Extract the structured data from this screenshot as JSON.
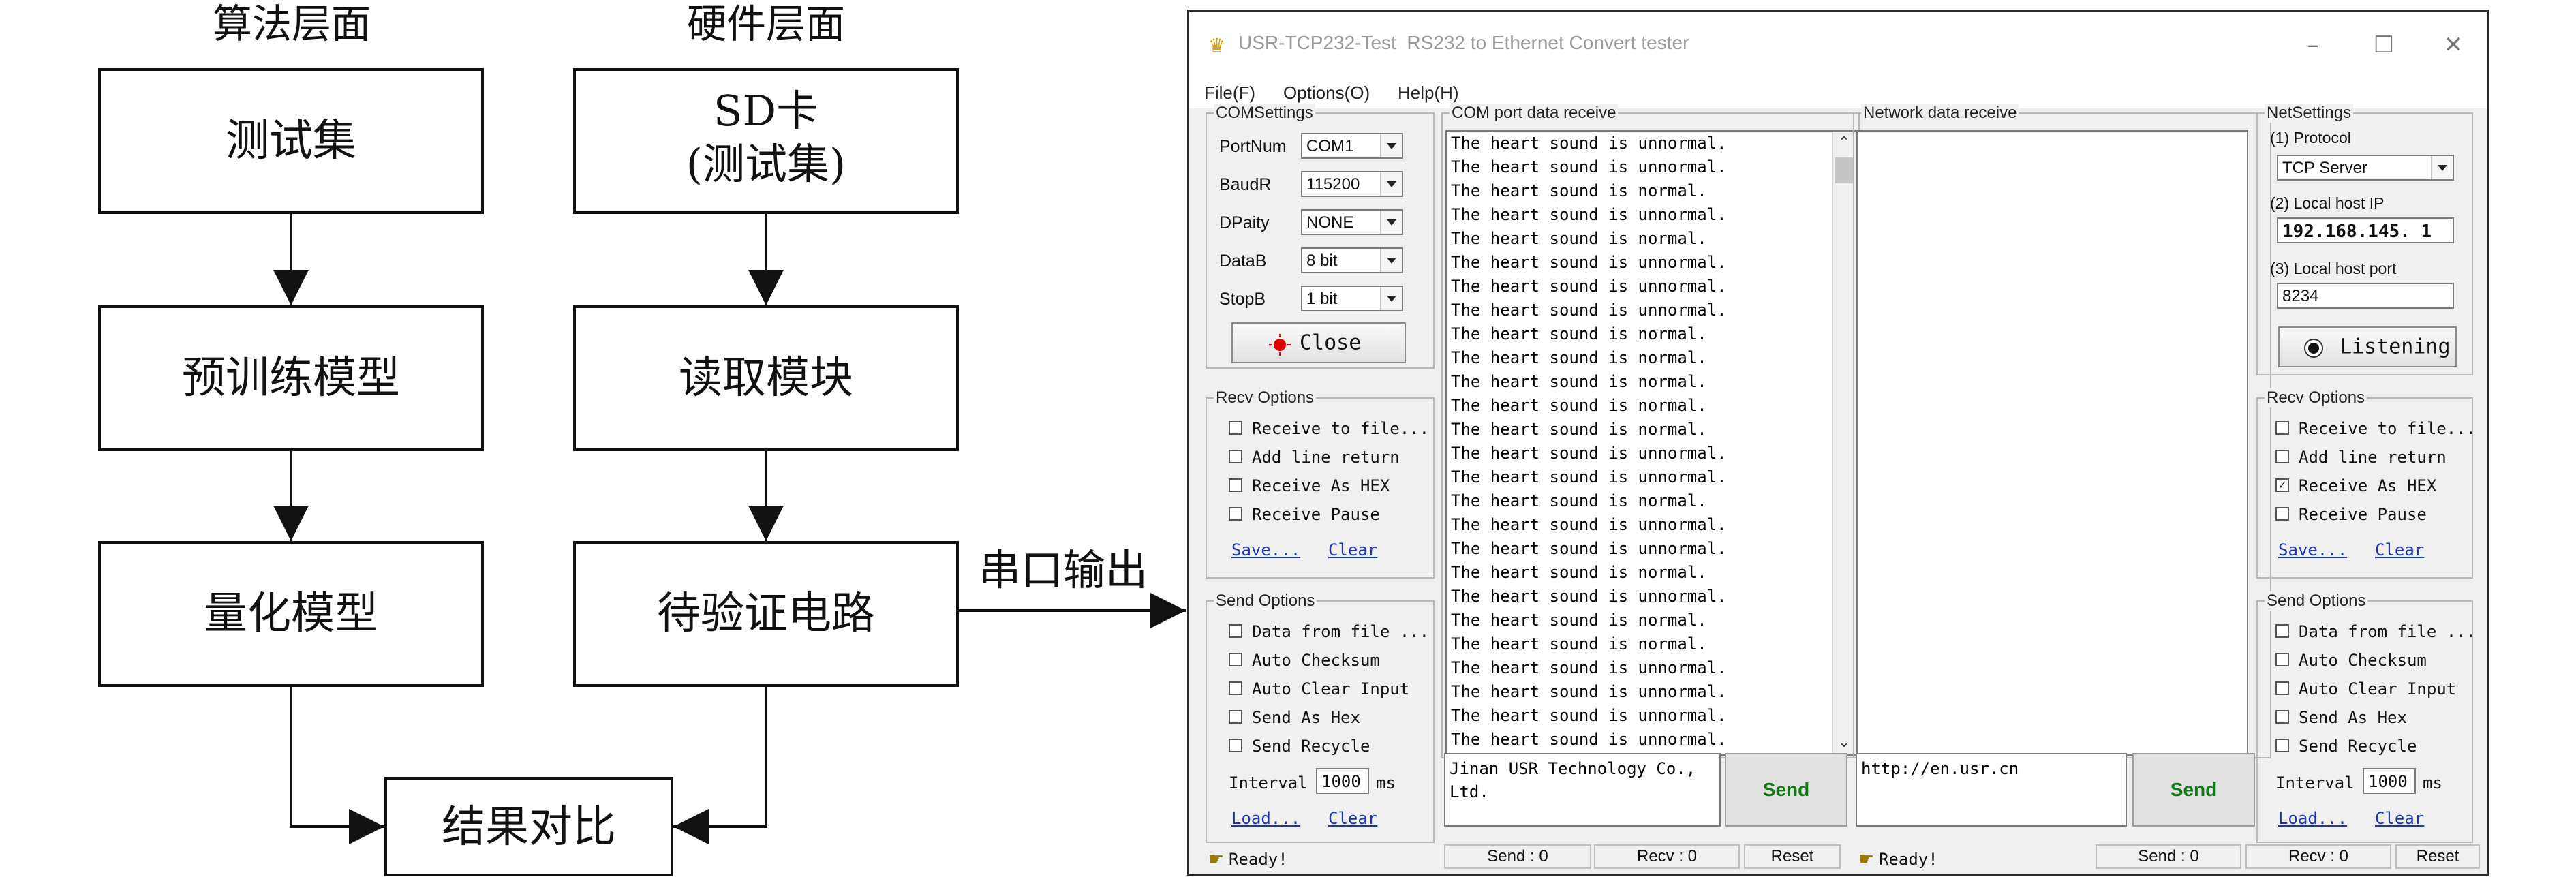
{
  "diagram": {
    "headers": {
      "algorithm": "算法层面",
      "hardware": "硬件层面"
    },
    "nodes": {
      "test_set": "测试集",
      "sd_card_line1": "SD卡",
      "sd_card_line2": "(测试集)",
      "pretrained_model": "预训练模型",
      "read_module": "读取模块",
      "quantized_model": "量化模型",
      "circuit_under_test": "待验证电路",
      "result_compare": "结果对比"
    },
    "serial_output_label": "串口输出"
  },
  "app": {
    "title": "USR-TCP232-Test  RS232 to Ethernet Convert tester",
    "window_buttons": {
      "minimize": "–",
      "maximize": "☐",
      "close": "✕"
    },
    "menu": [
      "File(F)",
      "Options(O)",
      "Help(H)"
    ],
    "com_settings": {
      "label": "COMSettings",
      "port_label": "PortNum",
      "port": "COM1",
      "baud_label": "BaudR",
      "baud": "115200",
      "parity_label": "DPaity",
      "parity": "NONE",
      "data_label": "DataB",
      "data": "8 bit",
      "stop_label": "StopB",
      "stop": "1 bit",
      "close_button": "Close"
    },
    "com_recv_options": {
      "label": "Recv Options",
      "options": [
        {
          "label": "Receive to file...",
          "checked": false
        },
        {
          "label": "Add line return",
          "checked": false
        },
        {
          "label": "Receive As HEX",
          "checked": false
        },
        {
          "label": "Receive Pause",
          "checked": false
        }
      ],
      "save": "Save...",
      "clear": "Clear"
    },
    "com_send_options": {
      "label": "Send Options",
      "options": [
        {
          "label": "Data from file ...",
          "checked": false
        },
        {
          "label": "Auto Checksum",
          "checked": false
        },
        {
          "label": "Auto Clear Input",
          "checked": false
        },
        {
          "label": "Send As Hex",
          "checked": false
        },
        {
          "label": "Send Recycle",
          "checked": false
        }
      ],
      "interval_label": "Interval",
      "interval": "1000",
      "interval_unit": "ms",
      "load": "Load...",
      "clear": "Clear"
    },
    "com_receive": {
      "label": "COM port data receive",
      "lines": [
        "The heart sound is unnormal.",
        "The heart sound is unnormal.",
        "The heart sound is normal.",
        "The heart sound is unnormal.",
        "The heart sound is normal.",
        "The heart sound is unnormal.",
        "The heart sound is unnormal.",
        "The heart sound is unnormal.",
        "The heart sound is normal.",
        "The heart sound is normal.",
        "The heart sound is normal.",
        "The heart sound is normal.",
        "The heart sound is normal.",
        "The heart sound is unnormal.",
        "The heart sound is unnormal.",
        "The heart sound is normal.",
        "The heart sound is unnormal.",
        "The heart sound is unnormal.",
        "The heart sound is normal.",
        "The heart sound is unnormal.",
        "The heart sound is normal.",
        "The heart sound is normal.",
        "The heart sound is unnormal.",
        "The heart sound is unnormal.",
        "The heart sound is unnormal.",
        "The heart sound is unnormal."
      ]
    },
    "com_send_text": "Jinan USR Technology Co., Ltd.",
    "send_button": "Send",
    "network_receive": {
      "label": "Network data receive"
    },
    "net_send_text": "http://en.usr.cn",
    "net_send_button": "Send",
    "net_settings": {
      "label": "NetSettings",
      "protocol_label": "(1) Protocol",
      "protocol": "TCP Server",
      "ip_label": "(2) Local host IP",
      "ip": "192.168.145. 1",
      "port_label": "(3) Local host port",
      "port": "8234",
      "listen_button": "Listening"
    },
    "net_recv_options": {
      "label": "Recv Options",
      "options": [
        {
          "label": "Receive to file...",
          "checked": false
        },
        {
          "label": "Add line return",
          "checked": false
        },
        {
          "label": "Receive As HEX",
          "checked": true
        },
        {
          "label": "Receive Pause",
          "checked": false
        }
      ],
      "save": "Save...",
      "clear": "Clear"
    },
    "net_send_options": {
      "label": "Send Options",
      "options": [
        {
          "label": "Data from file ...",
          "checked": false
        },
        {
          "label": "Auto Checksum",
          "checked": false
        },
        {
          "label": "Auto Clear Input",
          "checked": false
        },
        {
          "label": "Send As Hex",
          "checked": false
        },
        {
          "label": "Send Recycle",
          "checked": false
        }
      ],
      "interval_label": "Interval",
      "interval": "1000",
      "interval_unit": "ms",
      "load": "Load...",
      "clear": "Clear"
    },
    "status": {
      "left_ready": "Ready!",
      "left_send": "Send : 0",
      "left_recv": "Recv : 0",
      "left_reset": "Reset",
      "right_ready": "Ready!",
      "right_send": "Send : 0",
      "right_recv": "Recv : 0",
      "right_reset": "Reset"
    }
  }
}
